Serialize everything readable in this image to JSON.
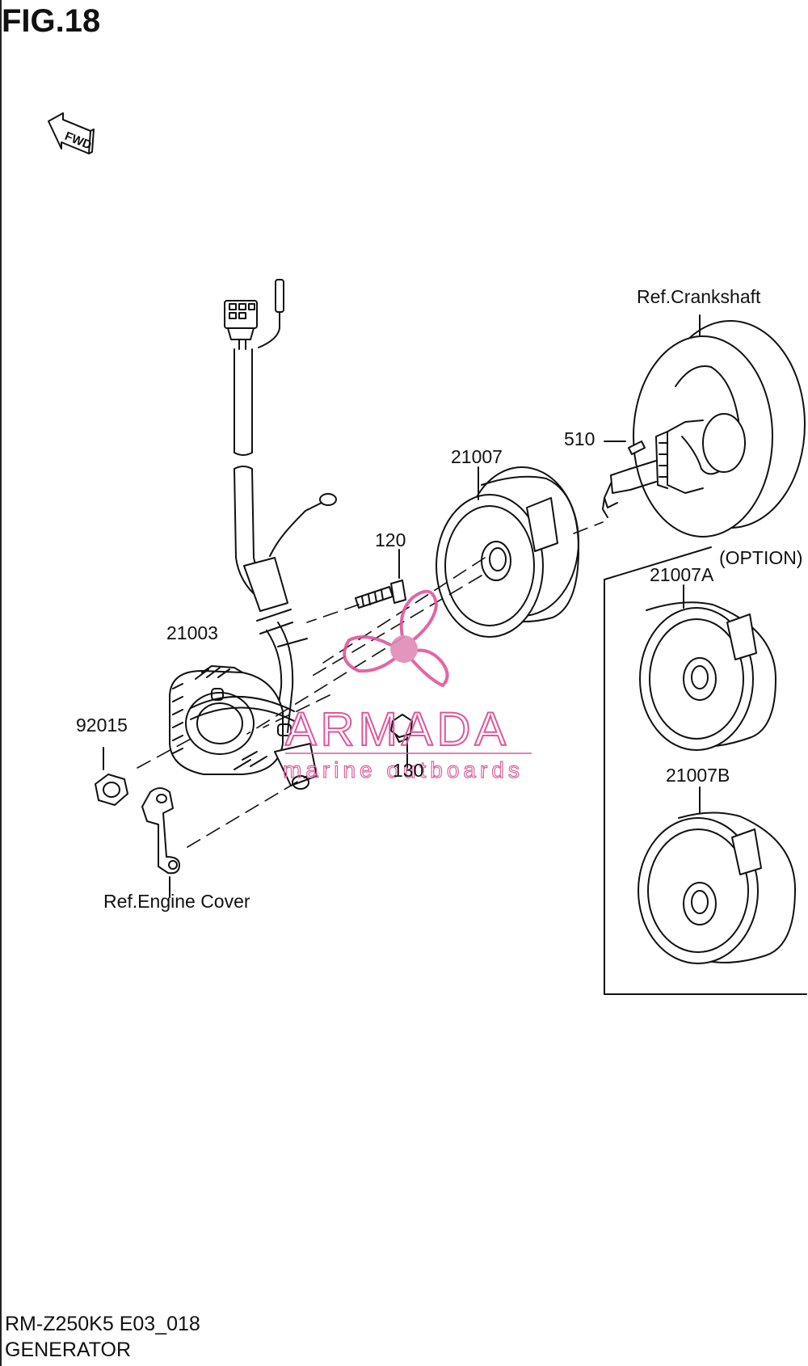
{
  "figure": {
    "title": "FIG.18",
    "fwd_label": "FWD"
  },
  "parts": {
    "crankshaft": "Ref.Crankshaft",
    "key": "510",
    "rotor": "21007",
    "bolt": "120",
    "stator": "21003",
    "nut": "92015",
    "screw": "130",
    "engine_cover": "Ref.Engine Cover"
  },
  "option_box": {
    "title": "(OPTION)",
    "item_a": "21007A",
    "item_b": "21007B"
  },
  "watermark": {
    "brand": "ARMADA",
    "tagline": "marine outboards",
    "color": "#e0559c"
  },
  "footer": {
    "model_code": "RM-Z250K5 E03_018",
    "section_name": "GENERATOR"
  }
}
